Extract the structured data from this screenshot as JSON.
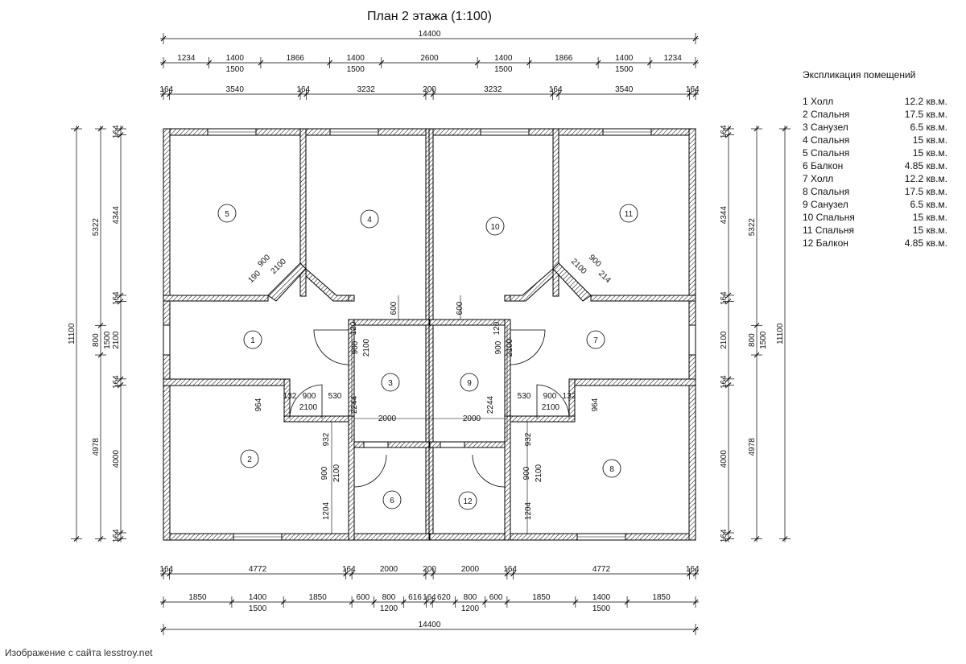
{
  "title": "План 2 этажа (1:100)",
  "footer": "Изображение с сайта lesstroy.net",
  "legend": {
    "heading": "Экспликация помещений",
    "rooms": [
      {
        "name": "1 Холл",
        "area": "12.2 кв.м."
      },
      {
        "name": "2 Спальня",
        "area": "17.5 кв.м."
      },
      {
        "name": "3 Санузел",
        "area": "6.5 кв.м."
      },
      {
        "name": "4 Спальня",
        "area": "15 кв.м."
      },
      {
        "name": "5 Спальня",
        "area": "15 кв.м."
      },
      {
        "name": "6 Балкон",
        "area": "4.85 кв.м."
      },
      {
        "name": "7 Холл",
        "area": "12.2 кв.м."
      },
      {
        "name": "8 Спальня",
        "area": "17.5 кв.м."
      },
      {
        "name": "9 Санузел",
        "area": "6.5 кв.м."
      },
      {
        "name": "10 Спальня",
        "area": "15 кв.м."
      },
      {
        "name": "11 Спальня",
        "area": "15 кв.м."
      },
      {
        "name": "12 Балкон",
        "area": "4.85 кв.м."
      }
    ]
  },
  "room_numbers": [
    "1",
    "2",
    "3",
    "4",
    "5",
    "6",
    "7",
    "8",
    "9",
    "10",
    "11",
    "12"
  ],
  "dimensions": {
    "top_total": {
      "segments": [
        14400
      ]
    },
    "top_windows": {
      "segments": [
        1234,
        1400,
        1866,
        1400,
        2600,
        1400,
        1866,
        1400,
        1234
      ],
      "sub": {
        "1": "1500",
        "3": "1500",
        "5": "1500",
        "7": "1500"
      }
    },
    "top_walls": {
      "segments": [
        164,
        3540,
        164,
        3232,
        200,
        3232,
        164,
        3540,
        164
      ]
    },
    "bottom_walls": {
      "segments": [
        164,
        4772,
        164,
        2000,
        200,
        2000,
        164,
        4772,
        164
      ]
    },
    "bottom_windows": {
      "segments": [
        1850,
        1400,
        1850,
        600,
        800,
        616,
        164,
        620,
        800,
        600,
        1850,
        1400,
        1850
      ],
      "sub": {
        "1": "1500",
        "4": "1200",
        "8": "1200",
        "11": "1500"
      }
    },
    "bottom_total": {
      "segments": [
        14400
      ]
    },
    "left_walls": {
      "segments": [
        164,
        4344,
        164,
        2100,
        164,
        4000,
        164
      ]
    },
    "left_windows": {
      "segments": [
        5322,
        800,
        4978
      ],
      "sub": {
        "1": "1500"
      }
    },
    "left_total": {
      "segments": [
        11100
      ]
    },
    "right_walls": {
      "segments": [
        164,
        4344,
        164,
        2100,
        164,
        4000,
        164
      ]
    },
    "right_windows": {
      "segments": [
        5322,
        800,
        4978
      ],
      "sub": {
        "1": "1500"
      }
    },
    "right_total": {
      "segments": [
        11100
      ]
    }
  },
  "inner_dims": {
    "left": [
      "600",
      "900",
      "2100",
      "120",
      "964",
      "132",
      "900",
      "530",
      "2100",
      "2244",
      "2000",
      "932",
      "900",
      "2100",
      "1204",
      "2100",
      "900",
      "190"
    ],
    "right": [
      "600",
      "900",
      "2100",
      "120",
      "964",
      "132",
      "900",
      "530",
      "2100",
      "2244",
      "2000",
      "932",
      "900",
      "2100",
      "1204",
      "2100",
      "900",
      "214"
    ]
  }
}
